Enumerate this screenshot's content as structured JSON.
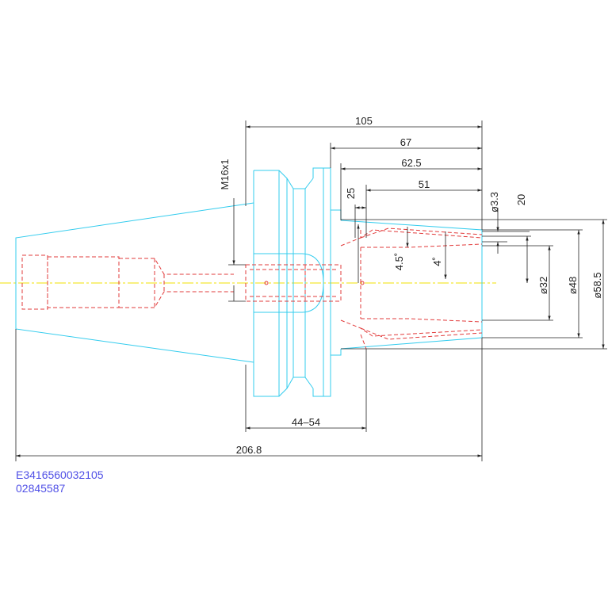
{
  "colors": {
    "outline": "#33ccee",
    "hidden": "#e23b3b",
    "center": "#f0e000",
    "dimension": "#222222",
    "code_text": "#5050e6"
  },
  "dimensions": {
    "total_length": "206.8",
    "len_105": "105",
    "len_67": "67",
    "len_62_5": "62.5",
    "len_51": "51",
    "len_25": "25",
    "len_44_54": "44–54",
    "thread": "M16x1",
    "angle_4_5": "4.5˚",
    "angle_4": "4˚",
    "dia_3_3": "ø3.3",
    "len_20": "20",
    "dia_32": "ø32",
    "dia_48": "ø48",
    "dia_58_5": "ø58.5"
  },
  "codes": {
    "part_code": "E3416560032105",
    "ref_code": "02845587"
  }
}
